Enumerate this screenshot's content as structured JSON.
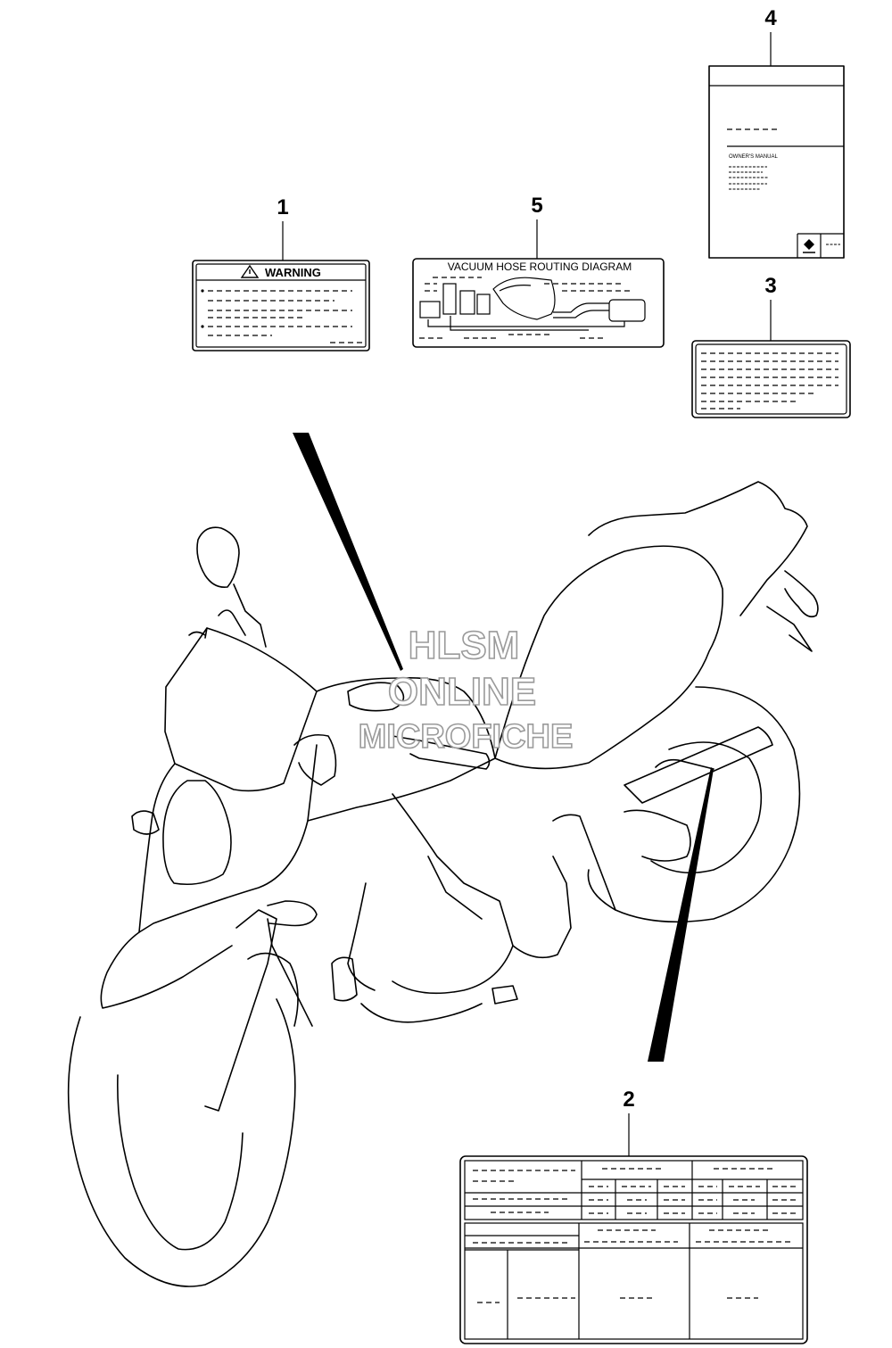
{
  "diagram": {
    "callouts": [
      "1",
      "2",
      "3",
      "4",
      "5"
    ],
    "warning_label": {
      "title": "WARNING",
      "icon": "warning-triangle-icon"
    },
    "vacuum_label": {
      "title": "VACUUM HOSE ROUTING DIAGRAM"
    },
    "manual": {
      "title": "OWNER'S MANUAL",
      "logo": "suzuki-s-logo-icon"
    },
    "watermark": {
      "line1": "HLSM",
      "line2": "ONLINE",
      "line3": "MICROFICHE"
    }
  }
}
